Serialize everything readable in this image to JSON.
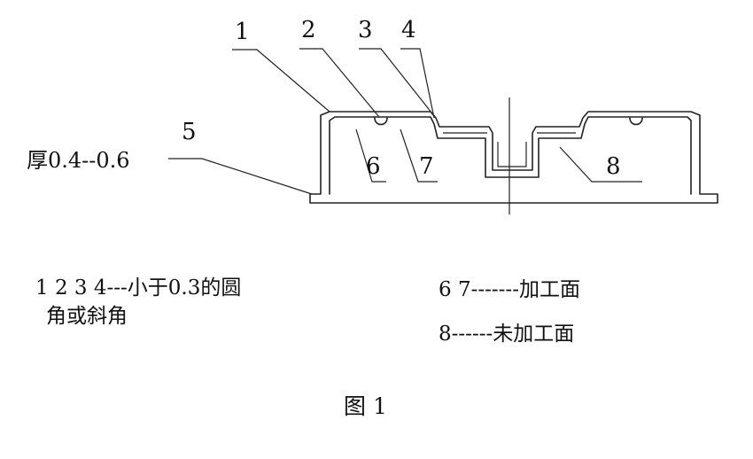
{
  "labels": {
    "n1": "1",
    "n2": "2",
    "n3": "3",
    "n4": "4",
    "n5": "5",
    "n6": "6",
    "n7": "7",
    "n8": "8"
  },
  "thickness_note": "厚0.4--0.6",
  "legend": {
    "line1": "1 2 3 4---小于0.3的圆",
    "line2": "角或斜角",
    "line3": "6 7-------加工面",
    "line4": "8------未加工面"
  },
  "caption": "图  1"
}
